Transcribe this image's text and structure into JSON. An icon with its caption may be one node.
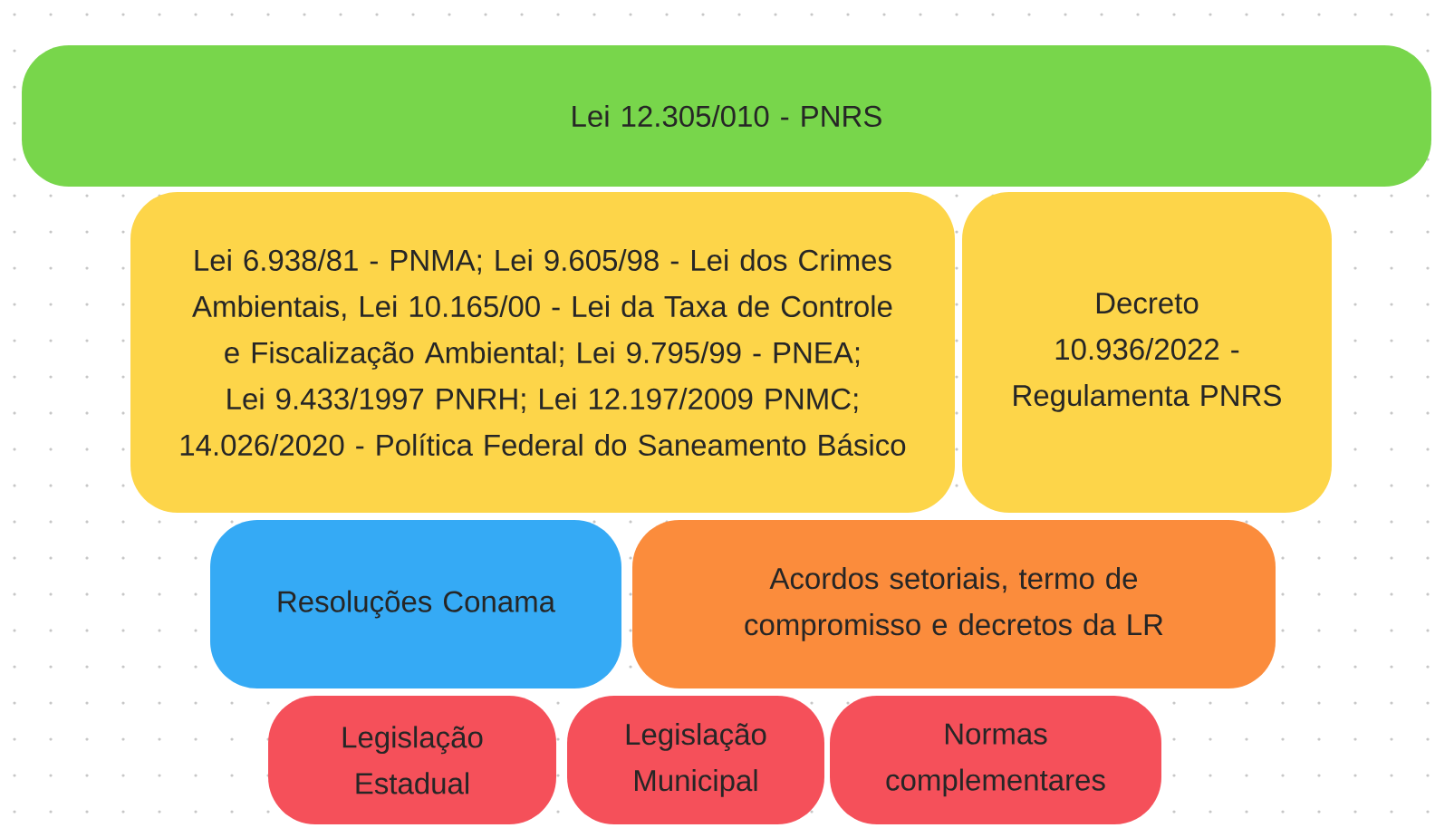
{
  "diagram": {
    "nodes": [
      {
        "text": [
          "Lei 12.305/010 - PNRS"
        ]
      },
      {
        "text": [
          "Lei 6.938/81 - PNMA; Lei 9.605/98 - Lei dos Crimes Ambientais, Lei 10.165/00 - Lei da Taxa de Controle e Fiscalização Ambiental; Lei 9.795/99 - PNEA; Lei 9.433/1997 PNRH; Lei 12.197/2009 PNMC; 14.026/2020 - Política Federal do Saneamento Básico"
        ]
      },
      {
        "text": [
          "Decreto 10.936/2022 - Regulamenta PNRS"
        ]
      },
      {
        "text": [
          "Resoluções Conama"
        ]
      },
      {
        "text": [
          "Acordos setoriais, termo de compromisso e decretos da LR"
        ]
      },
      {
        "text": [
          "Legislação Estadual"
        ]
      },
      {
        "text": [
          "Legislação Municipal"
        ]
      },
      {
        "text": [
          "Normas complementares"
        ]
      }
    ]
  }
}
